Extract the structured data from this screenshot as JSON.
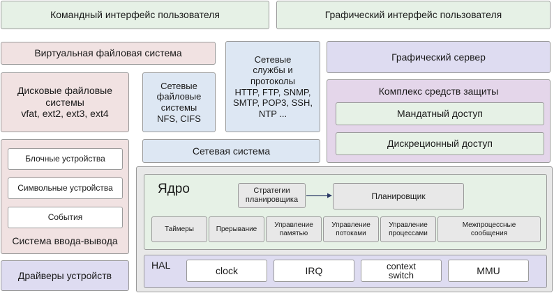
{
  "top": {
    "cli": "Командный интерфейс пользователя",
    "gui": "Графический интерфейс пользователя"
  },
  "vfs": "Виртуальная файловая система",
  "disk_fs": "Дисковые файловые\nсистемы\nvfat, ext2, ext3, ext4",
  "net_fs": "Сетевые\nфайловые\nсистемы\nNFS, CIFS",
  "net_services": "Сетевые\nслужбы и\nпротоколы\nHTTP, FTP, SNMP,\nSMTP, POP3, SSH,\nNTP ...",
  "graphics_server": "Графический сервер",
  "security": {
    "title": "Комплекс средств защиты",
    "mandatory": "Мандатный доступ",
    "discretionary": "Дискреционный доступ"
  },
  "network_system": "Сетевая система",
  "io": {
    "title": "Система ввода-вывода",
    "items": [
      "Блочные устройства",
      "Символьные устройства",
      "События"
    ]
  },
  "drivers": "Драйверы устройств",
  "kernel": {
    "title": "Ядро",
    "scheduler_strategies": "Стратегии\nпланировщика",
    "scheduler": "Планировщик",
    "modules": [
      "Таймеры",
      "Прерывание",
      "Управление\nпамятью",
      "Управление\nпотоками",
      "Управление\nпроцессами",
      "Межпроцессные\nсообщения"
    ]
  },
  "hal": {
    "title": "HAL",
    "items": [
      "clock",
      "IRQ",
      "context\nswitch",
      "MMU"
    ]
  },
  "colors": {
    "green": "#e6f1e6",
    "pink": "#f1e2e2",
    "blue": "#dde7f3",
    "lavender": "#dedcf1",
    "purple": "#e4d6ea",
    "gray": "#e8e8e8",
    "arrow": "#2b3a67"
  }
}
